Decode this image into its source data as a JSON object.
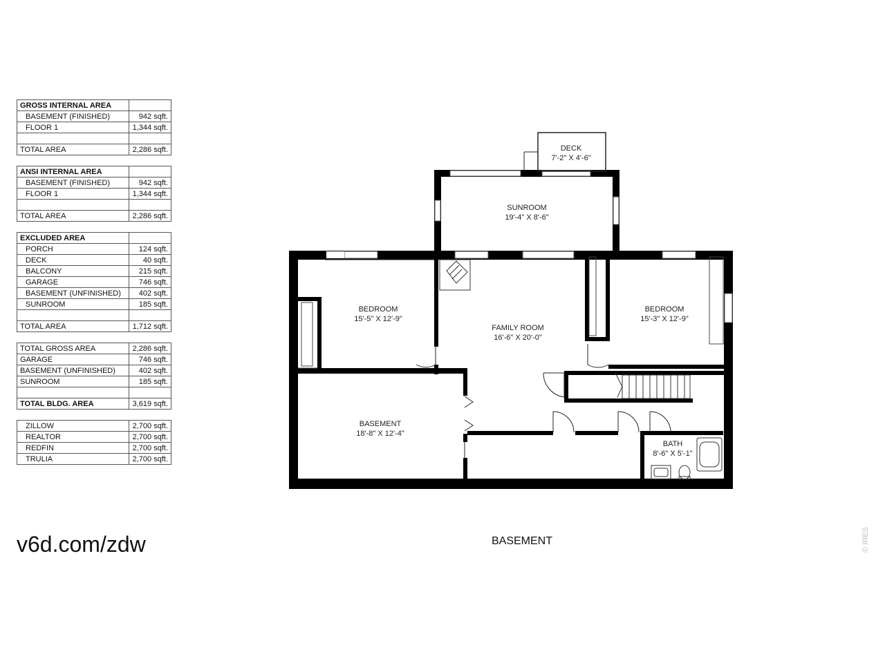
{
  "tables": [
    {
      "title": "GROSS INTERNAL AREA",
      "rows": [
        {
          "label": "BASEMENT (FINISHED)",
          "value": "942 sqft."
        },
        {
          "label": "FLOOR 1",
          "value": "1,344 sqft."
        },
        {
          "label": "",
          "value": ""
        },
        {
          "label": "TOTAL AREA",
          "value": "2,286 sqft."
        }
      ]
    },
    {
      "title": "ANSI INTERNAL AREA",
      "rows": [
        {
          "label": "BASEMENT (FINISHED)",
          "value": "942 sqft."
        },
        {
          "label": "FLOOR 1",
          "value": "1,344 sqft."
        },
        {
          "label": "",
          "value": ""
        },
        {
          "label": "TOTAL AREA",
          "value": "2,286 sqft."
        }
      ]
    },
    {
      "title": "EXCLUDED AREA",
      "rows": [
        {
          "label": "PORCH",
          "value": "124 sqft."
        },
        {
          "label": "DECK",
          "value": "40 sqft."
        },
        {
          "label": "BALCONY",
          "value": "215 sqft."
        },
        {
          "label": "GARAGE",
          "value": "746 sqft."
        },
        {
          "label": "BASEMENT (UNFINISHED)",
          "value": "402 sqft."
        },
        {
          "label": "SUNROOM",
          "value": "185 sqft."
        },
        {
          "label": "",
          "value": ""
        },
        {
          "label": "TOTAL AREA",
          "value": "1,712 sqft."
        }
      ]
    },
    {
      "title": "",
      "rows": [
        {
          "label": "TOTAL GROSS AREA",
          "value": "2,286 sqft."
        },
        {
          "label": "GARAGE",
          "value": "746 sqft."
        },
        {
          "label": "BASEMENT (UNFINISHED)",
          "value": "402 sqft."
        },
        {
          "label": "SUNROOM",
          "value": "185 sqft."
        },
        {
          "label": "",
          "value": ""
        },
        {
          "label": "TOTAL BLDG. AREA",
          "value": "3,619 sqft."
        }
      ]
    },
    {
      "title": "",
      "rows": [
        {
          "label": "ZILLOW",
          "value": "2,700 sqft."
        },
        {
          "label": "REALTOR",
          "value": "2,700 sqft."
        },
        {
          "label": "REDFIN",
          "value": "2,700 sqft."
        },
        {
          "label": "TRULIA",
          "value": "2,700 sqft."
        }
      ]
    }
  ],
  "url_text": "v6d.com/zdw",
  "floor_label": "BASEMENT",
  "watermark": "© IRES",
  "rooms": {
    "deck": {
      "name": "DECK",
      "dims": "7'-2\" X 4'-6\""
    },
    "sunroom": {
      "name": "SUNROOM",
      "dims": "19'-4\" X 8'-6\""
    },
    "bedroom_left": {
      "name": "BEDROOM",
      "dims": "15'-5\" X 12'-9\""
    },
    "family_room": {
      "name": "FAMILY ROOM",
      "dims": "16'-6\" X 20'-0\""
    },
    "bedroom_right": {
      "name": "BEDROOM",
      "dims": "15'-3\" X 12'-9\""
    },
    "basement": {
      "name": "BASEMENT",
      "dims": "18'-8\" X 12'-4\""
    },
    "bath": {
      "name": "BATH",
      "dims": "8'-6\" X 5'-1\""
    }
  }
}
